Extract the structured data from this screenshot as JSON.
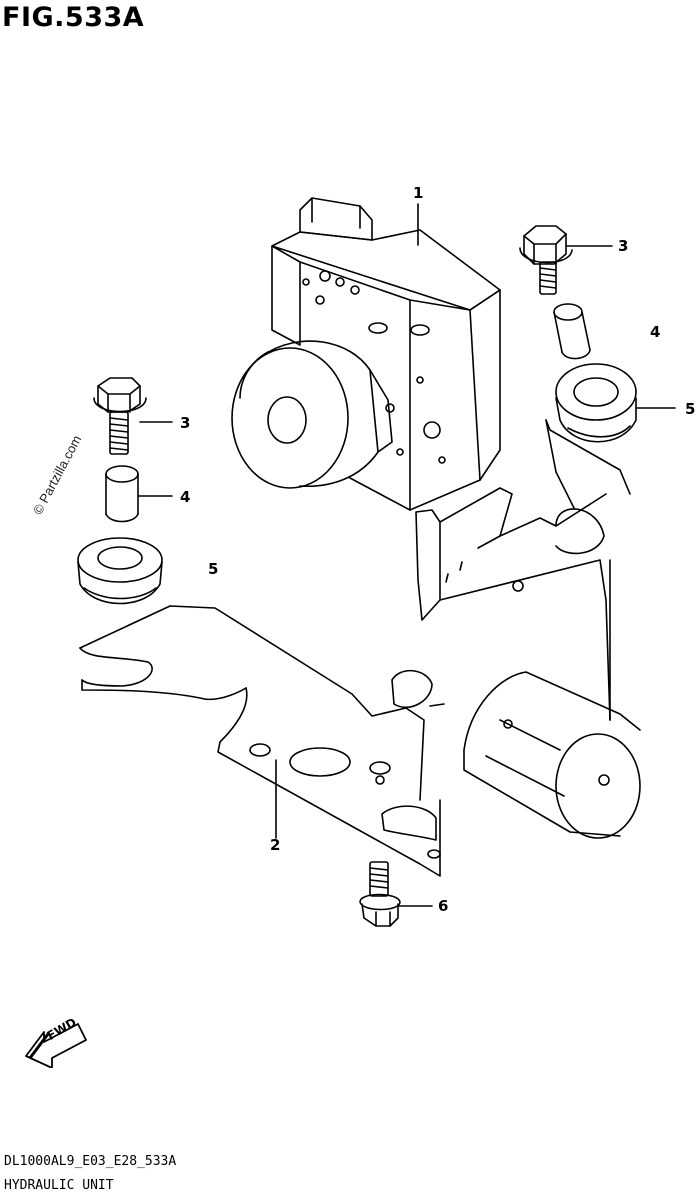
{
  "figure": {
    "title": "FIG.533A"
  },
  "watermark": "© Partzilla.com",
  "callouts": [
    {
      "id": "1",
      "label": "1"
    },
    {
      "id": "2",
      "label": "2"
    },
    {
      "id": "3a",
      "label": "3"
    },
    {
      "id": "3b",
      "label": "3"
    },
    {
      "id": "4a",
      "label": "4"
    },
    {
      "id": "4b",
      "label": "4"
    },
    {
      "id": "5a",
      "label": "5"
    },
    {
      "id": "5b",
      "label": "5"
    },
    {
      "id": "6",
      "label": "6"
    }
  ],
  "direction_marker": {
    "label": "FWD",
    "icon": "fwd-arrow-icon"
  },
  "footer": {
    "code": "DL1000AL9_E03_E28_533A",
    "name": "HYDRAULIC UNIT"
  }
}
